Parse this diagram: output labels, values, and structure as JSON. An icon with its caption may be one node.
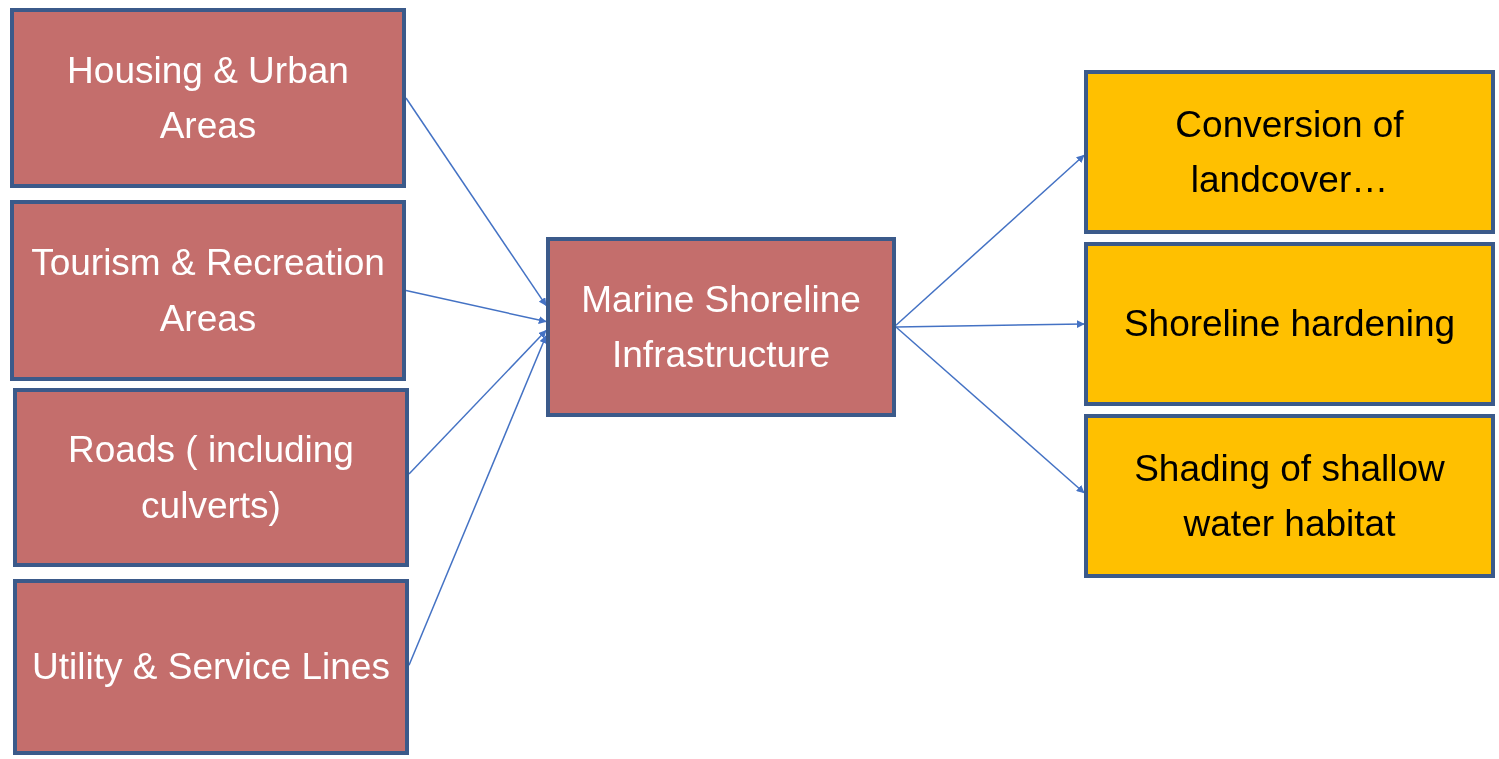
{
  "diagram": {
    "nodes": [
      {
        "text": [
          "Housing & Urban Areas"
        ]
      },
      {
        "text": [
          "Tourism & Recreation Areas"
        ]
      },
      {
        "text": [
          "Roads ( including culverts)"
        ]
      },
      {
        "text": [
          "Utility & Service Lines"
        ]
      },
      {
        "text": [
          "Marine Shoreline Infrastructure"
        ]
      },
      {
        "text": [
          "Conversion of landcover…"
        ]
      },
      {
        "text": [
          "Shoreline hardening"
        ]
      },
      {
        "text": [
          "Shading of shallow water habitat"
        ]
      }
    ],
    "edges": [
      {
        "from": 0,
        "to": 4,
        "arrow": "to"
      },
      {
        "from": 1,
        "to": 4,
        "arrow": "to"
      },
      {
        "from": 2,
        "to": 4,
        "arrow": "to"
      },
      {
        "from": 3,
        "to": 4,
        "arrow": "to"
      },
      {
        "from": 4,
        "to": 5,
        "arrow": "to"
      },
      {
        "from": 4,
        "to": 6,
        "arrow": "to"
      },
      {
        "from": 4,
        "to": 7,
        "arrow": "to"
      }
    ]
  }
}
